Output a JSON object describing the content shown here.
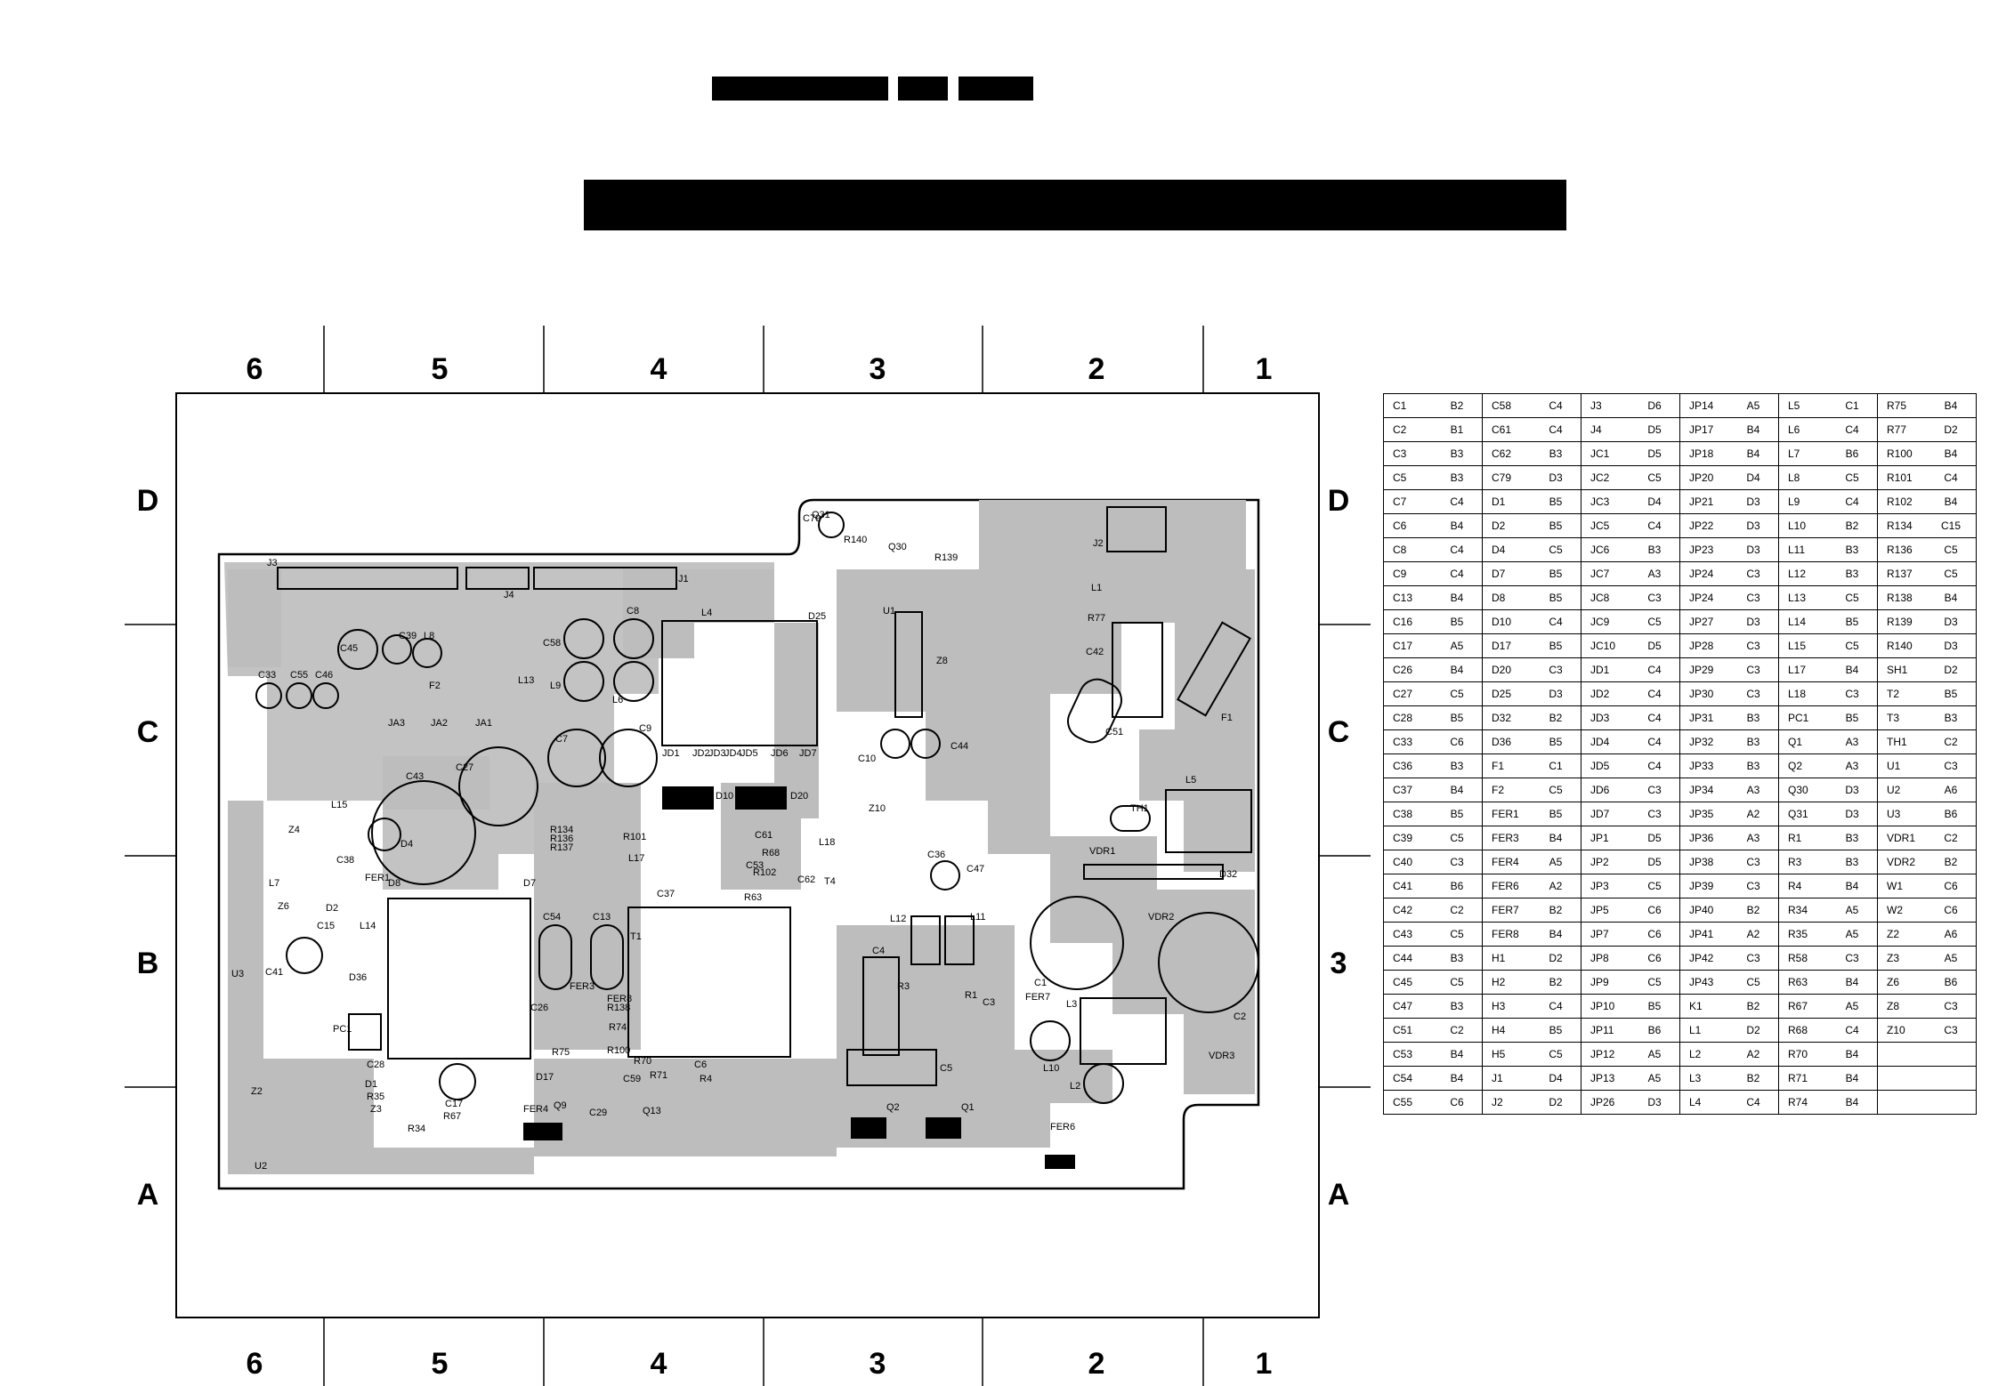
{
  "column_labels": [
    "6",
    "5",
    "4",
    "3",
    "2",
    "1"
  ],
  "row_labels": [
    "D",
    "C",
    "B",
    "A"
  ],
  "row_labels_right": [
    "D",
    "C",
    "3",
    "A"
  ],
  "component_labels": [
    "J3",
    "J4",
    "J1",
    "J2",
    "C79",
    "Q31",
    "Q30",
    "R140",
    "R139",
    "D25",
    "U1",
    "Z8",
    "L4",
    "C39",
    "L8",
    "C45",
    "C58",
    "C8",
    "L6",
    "L9",
    "C33",
    "C55",
    "C46",
    "F2",
    "L13",
    "JA3",
    "JA2",
    "JA1",
    "C27",
    "C7",
    "C9",
    "C43",
    "R134",
    "R136",
    "R137",
    "L15",
    "Z4",
    "D4",
    "D7",
    "JD1",
    "JD2",
    "JD3",
    "JD4",
    "JD5",
    "JD6",
    "JD7",
    "D10",
    "D20",
    "R101",
    "C61",
    "L18",
    "L17",
    "C53",
    "R68",
    "R102",
    "C37",
    "R63",
    "C62",
    "T4",
    "Z10",
    "C10",
    "C44",
    "C36",
    "C47",
    "L12",
    "L11",
    "C54",
    "C13",
    "T1",
    "FER3",
    "FER8",
    "R138",
    "R74",
    "C26",
    "R75",
    "R100",
    "R70",
    "R71",
    "C6",
    "R4",
    "C4",
    "R3",
    "R1",
    "C3",
    "FER7",
    "C5",
    "Q2",
    "Q1",
    "FER6",
    "L1",
    "R77",
    "C42",
    "C51",
    "F1",
    "L5",
    "TH1",
    "VDR1",
    "D32",
    "VDR2",
    "C1",
    "L3",
    "C2",
    "VDR3",
    "L10",
    "L2",
    "L7",
    "C38",
    "FER1",
    "D8",
    "Z6",
    "D2",
    "C15",
    "L14",
    "C41",
    "U3",
    "D36",
    "PC1",
    "C28",
    "D1",
    "R35",
    "Z3",
    "C17",
    "R67",
    "R34",
    "Z2",
    "U2",
    "D17",
    "Q9",
    "FER4",
    "C29",
    "C59",
    "Q13"
  ],
  "position_table": [
    [
      [
        "C1",
        "B2"
      ],
      [
        "C2",
        "B1"
      ],
      [
        "C3",
        "B3"
      ],
      [
        "C5",
        "B3"
      ],
      [
        "C7",
        "C4"
      ],
      [
        "C6",
        "B4"
      ],
      [
        "C8",
        "C4"
      ],
      [
        "C9",
        "C4"
      ],
      [
        "C13",
        "B4"
      ],
      [
        "C16",
        "B5"
      ],
      [
        "C17",
        "A5"
      ],
      [
        "C26",
        "B4"
      ],
      [
        "C27",
        "C5"
      ],
      [
        "C28",
        "B5"
      ],
      [
        "C33",
        "C6"
      ],
      [
        "C36",
        "B3"
      ],
      [
        "C37",
        "B4"
      ],
      [
        "C38",
        "B5"
      ],
      [
        "C39",
        "C5"
      ],
      [
        "C40",
        "C3"
      ],
      [
        "C41",
        "B6"
      ],
      [
        "C42",
        "C2"
      ],
      [
        "C43",
        "C5"
      ],
      [
        "C44",
        "B3"
      ],
      [
        "C45",
        "C5"
      ],
      [
        "C47",
        "B3"
      ],
      [
        "C51",
        "C2"
      ],
      [
        "C53",
        "B4"
      ],
      [
        "C54",
        "B4"
      ],
      [
        "C55",
        "C6"
      ]
    ],
    [
      [
        "C58",
        "C4"
      ],
      [
        "C61",
        "C4"
      ],
      [
        "C62",
        "B3"
      ],
      [
        "C79",
        "D3"
      ],
      [
        "D1",
        "B5"
      ],
      [
        "D2",
        "B5"
      ],
      [
        "D4",
        "C5"
      ],
      [
        "D7",
        "B5"
      ],
      [
        "D8",
        "B5"
      ],
      [
        "D10",
        "C4"
      ],
      [
        "D17",
        "B5"
      ],
      [
        "D20",
        "C3"
      ],
      [
        "D25",
        "D3"
      ],
      [
        "D32",
        "B2"
      ],
      [
        "D36",
        "B5"
      ],
      [
        "F1",
        "C1"
      ],
      [
        "F2",
        "C5"
      ],
      [
        "FER1",
        "B5"
      ],
      [
        "FER3",
        "B4"
      ],
      [
        "FER4",
        "A5"
      ],
      [
        "FER6",
        "A2"
      ],
      [
        "FER7",
        "B2"
      ],
      [
        "FER8",
        "B4"
      ],
      [
        "H1",
        "D2"
      ],
      [
        "H2",
        "B2"
      ],
      [
        "H3",
        "C4"
      ],
      [
        "H4",
        "B5"
      ],
      [
        "H5",
        "C5"
      ],
      [
        "J1",
        "D4"
      ],
      [
        "J2",
        "D2"
      ]
    ],
    [
      [
        "J3",
        "D6"
      ],
      [
        "J4",
        "D5"
      ],
      [
        "JC1",
        "D5"
      ],
      [
        "JC2",
        "C5"
      ],
      [
        "JC3",
        "D4"
      ],
      [
        "JC5",
        "C4"
      ],
      [
        "JC6",
        "B3"
      ],
      [
        "JC7",
        "A3"
      ],
      [
        "JC8",
        "C3"
      ],
      [
        "JC9",
        "C5"
      ],
      [
        "JC10",
        "D5"
      ],
      [
        "JD1",
        "C4"
      ],
      [
        "JD2",
        "C4"
      ],
      [
        "JD3",
        "C4"
      ],
      [
        "JD4",
        "C4"
      ],
      [
        "JD5",
        "C4"
      ],
      [
        "JD6",
        "C3"
      ],
      [
        "JD7",
        "C3"
      ],
      [
        "JP1",
        "D5"
      ],
      [
        "JP2",
        "D5"
      ],
      [
        "JP3",
        "C5"
      ],
      [
        "JP5",
        "C6"
      ],
      [
        "JP7",
        "C6"
      ],
      [
        "JP8",
        "C6"
      ],
      [
        "JP9",
        "C5"
      ],
      [
        "JP10",
        "B5"
      ],
      [
        "JP11",
        "B6"
      ],
      [
        "JP12",
        "A5"
      ],
      [
        "JP13",
        "A5"
      ],
      [
        "JP26",
        "D3"
      ]
    ],
    [
      [
        "JP14",
        "A5"
      ],
      [
        "JP17",
        "B4"
      ],
      [
        "JP18",
        "B4"
      ],
      [
        "JP20",
        "D4"
      ],
      [
        "JP21",
        "D3"
      ],
      [
        "JP22",
        "D3"
      ],
      [
        "JP23",
        "D3"
      ],
      [
        "JP24",
        "C3"
      ],
      [
        "JP24",
        "C3"
      ],
      [
        "JP27",
        "D3"
      ],
      [
        "JP28",
        "C3"
      ],
      [
        "JP29",
        "C3"
      ],
      [
        "JP30",
        "C3"
      ],
      [
        "JP31",
        "B3"
      ],
      [
        "JP32",
        "B3"
      ],
      [
        "JP33",
        "B3"
      ],
      [
        "JP34",
        "A3"
      ],
      [
        "JP35",
        "A2"
      ],
      [
        "JP36",
        "A3"
      ],
      [
        "JP38",
        "C3"
      ],
      [
        "JP39",
        "C3"
      ],
      [
        "JP40",
        "B2"
      ],
      [
        "JP41",
        "A2"
      ],
      [
        "JP42",
        "C3"
      ],
      [
        "JP43",
        "C5"
      ],
      [
        "K1",
        "B2"
      ],
      [
        "L1",
        "D2"
      ],
      [
        "L2",
        "A2"
      ],
      [
        "L3",
        "B2"
      ],
      [
        "L4",
        "C4"
      ]
    ],
    [
      [
        "L5",
        "C1"
      ],
      [
        "L6",
        "C4"
      ],
      [
        "L7",
        "B6"
      ],
      [
        "L8",
        "C5"
      ],
      [
        "L9",
        "C4"
      ],
      [
        "L10",
        "B2"
      ],
      [
        "L11",
        "B3"
      ],
      [
        "L12",
        "B3"
      ],
      [
        "L13",
        "C5"
      ],
      [
        "L14",
        "B5"
      ],
      [
        "L15",
        "C5"
      ],
      [
        "L17",
        "B4"
      ],
      [
        "L18",
        "C3"
      ],
      [
        "PC1",
        "B5"
      ],
      [
        "Q1",
        "A3"
      ],
      [
        "Q2",
        "A3"
      ],
      [
        "Q30",
        "D3"
      ],
      [
        "Q31",
        "D3"
      ],
      [
        "R1",
        "B3"
      ],
      [
        "R3",
        "B3"
      ],
      [
        "R4",
        "B4"
      ],
      [
        "R34",
        "A5"
      ],
      [
        "R35",
        "A5"
      ],
      [
        "R58",
        "C3"
      ],
      [
        "R63",
        "B4"
      ],
      [
        "R67",
        "A5"
      ],
      [
        "R68",
        "C4"
      ],
      [
        "R70",
        "B4"
      ],
      [
        "R71",
        "B4"
      ],
      [
        "R74",
        "B4"
      ]
    ],
    [
      [
        "R75",
        "B4"
      ],
      [
        "R77",
        "D2"
      ],
      [
        "R100",
        "B4"
      ],
      [
        "R101",
        "C4"
      ],
      [
        "R102",
        "B4"
      ],
      [
        "R134",
        "C15"
      ],
      [
        "R136",
        "C5"
      ],
      [
        "R137",
        "C5"
      ],
      [
        "R138",
        "B4"
      ],
      [
        "R139",
        "D3"
      ],
      [
        "R140",
        "D3"
      ],
      [
        "SH1",
        "D2"
      ],
      [
        "T2",
        "B5"
      ],
      [
        "T3",
        "B3"
      ],
      [
        "TH1",
        "C2"
      ],
      [
        "U1",
        "C3"
      ],
      [
        "U2",
        "A6"
      ],
      [
        "U3",
        "B6"
      ],
      [
        "VDR1",
        "C2"
      ],
      [
        "VDR2",
        "B2"
      ],
      [
        "W1",
        "C6"
      ],
      [
        "W2",
        "C6"
      ],
      [
        "Z2",
        "A6"
      ],
      [
        "Z3",
        "A5"
      ],
      [
        "Z6",
        "B6"
      ],
      [
        "Z8",
        "C3"
      ],
      [
        "Z10",
        "C3"
      ],
      [
        "",
        ""
      ],
      [
        "",
        ""
      ],
      [
        "",
        ""
      ]
    ]
  ]
}
